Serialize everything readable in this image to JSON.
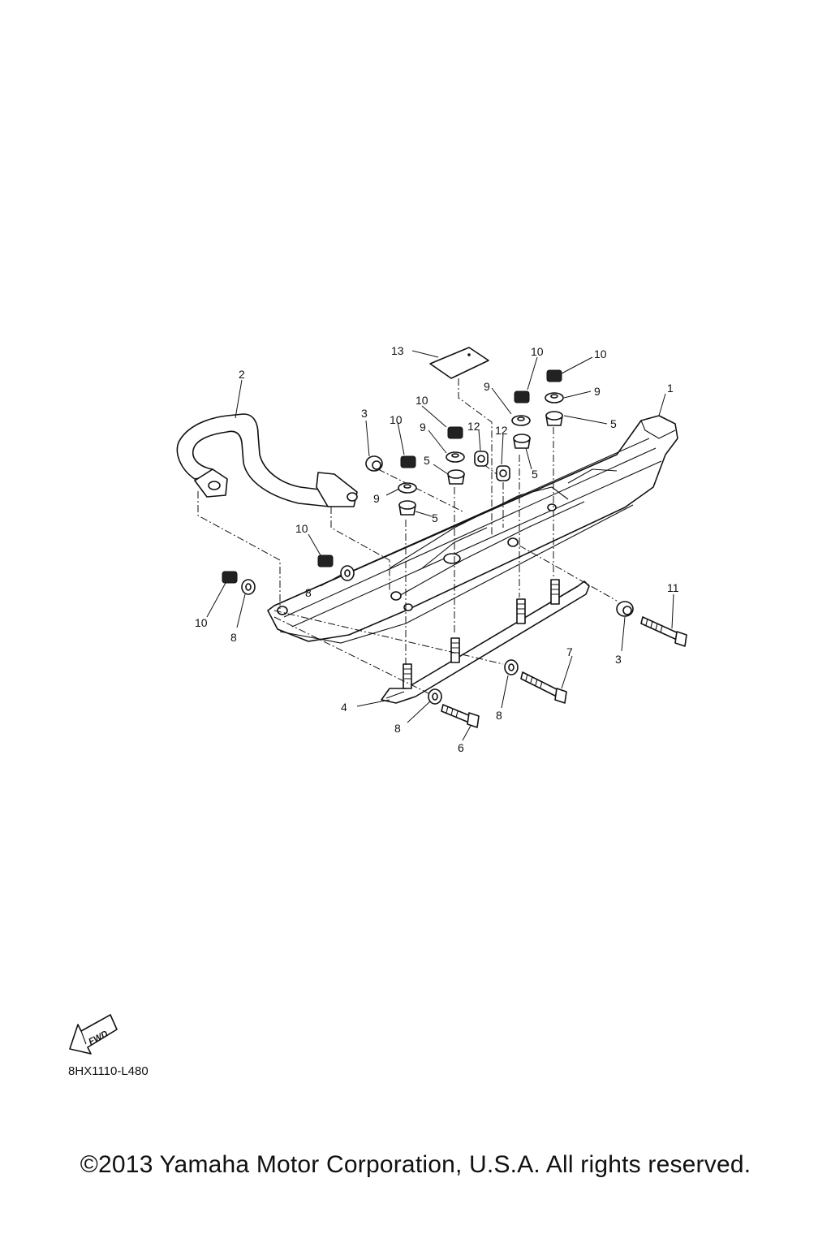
{
  "callouts": [
    "1",
    "2",
    "3",
    "4",
    "5",
    "6",
    "7",
    "8",
    "9",
    "10",
    "11",
    "12",
    "13"
  ],
  "diagram_code": "8HX1110-L480",
  "fwd_label": "FWD",
  "copyright": "©2013 Yamaha Motor Corporation, U.S.A. All rights reserved."
}
